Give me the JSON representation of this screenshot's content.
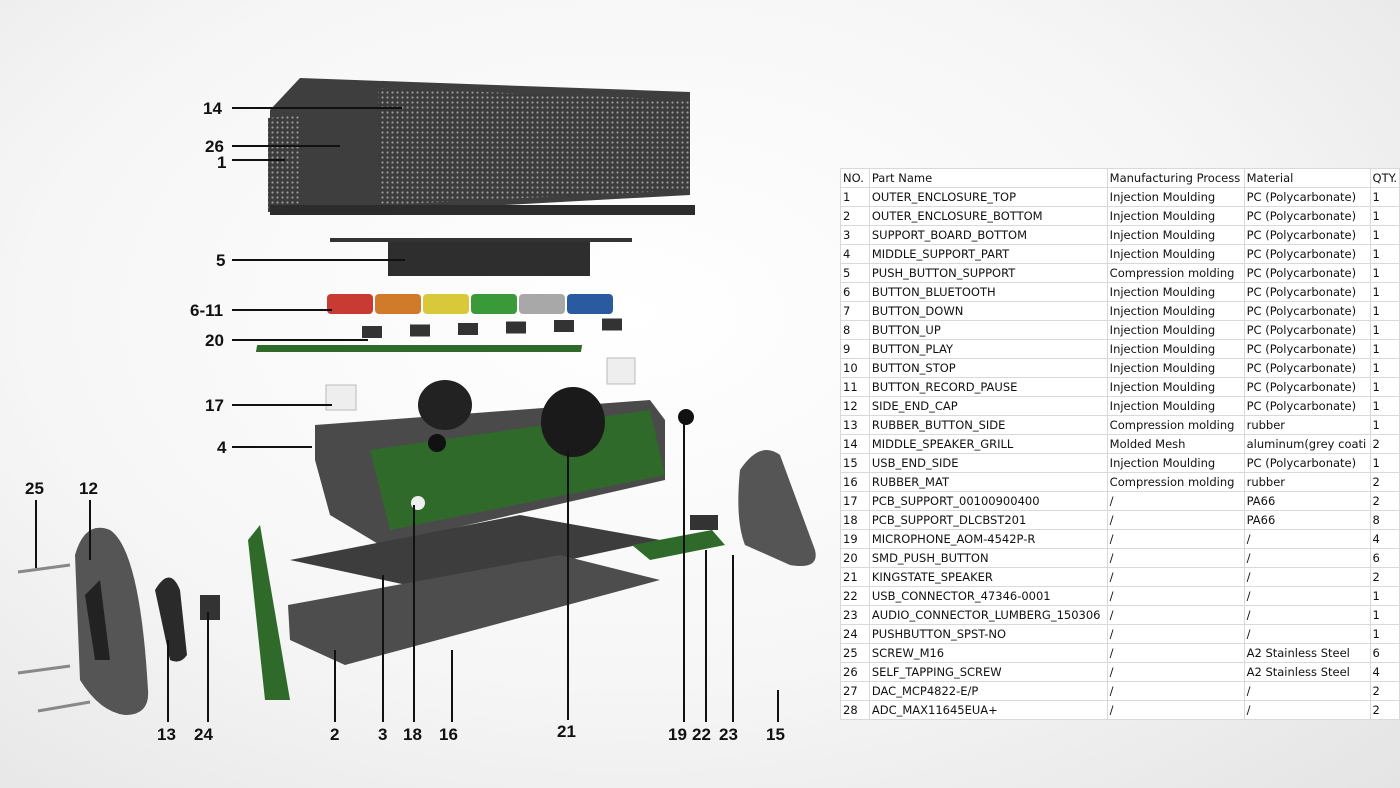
{
  "callouts": {
    "c14": "14",
    "c26": "26",
    "c1": "1",
    "c5": "5",
    "c6_11": "6-11",
    "c20": "20",
    "c17": "17",
    "c4": "4",
    "c25": "25",
    "c12": "12",
    "c13": "13",
    "c24": "24",
    "c2": "2",
    "c3": "3",
    "c18": "18",
    "c16": "16",
    "c21": "21",
    "c19": "19",
    "c22": "22",
    "c23": "23",
    "c15": "15"
  },
  "colors": {
    "button_colors": [
      "#c83a32",
      "#d07a2a",
      "#d8c83a",
      "#3a9a3a",
      "#a8a8a8",
      "#2a5aa0"
    ],
    "part": "#4a4a4a",
    "pcb": "#2f6a2a"
  },
  "bom": {
    "headers": [
      "NO.",
      "Part Name",
      "Manufacturing Process",
      "Material",
      "QTY."
    ],
    "rows": [
      [
        "1",
        "OUTER_ENCLOSURE_TOP",
        "Injection Moulding",
        "PC (Polycarbonate)",
        "1"
      ],
      [
        "2",
        "OUTER_ENCLOSURE_BOTTOM",
        "Injection Moulding",
        "PC (Polycarbonate)",
        "1"
      ],
      [
        "3",
        "SUPPORT_BOARD_BOTTOM",
        "Injection Moulding",
        "PC (Polycarbonate)",
        "1"
      ],
      [
        "4",
        "MIDDLE_SUPPORT_PART",
        "Injection Moulding",
        "PC (Polycarbonate)",
        "1"
      ],
      [
        "5",
        "PUSH_BUTTON_SUPPORT",
        "Compression molding",
        "PC (Polycarbonate)",
        "1"
      ],
      [
        "6",
        "BUTTON_BLUETOOTH",
        "Injection Moulding",
        "PC (Polycarbonate)",
        "1"
      ],
      [
        "7",
        "BUTTON_DOWN",
        "Injection Moulding",
        "PC (Polycarbonate)",
        "1"
      ],
      [
        "8",
        "BUTTON_UP",
        "Injection Moulding",
        "PC (Polycarbonate)",
        "1"
      ],
      [
        "9",
        "BUTTON_PLAY",
        "Injection Moulding",
        "PC (Polycarbonate)",
        "1"
      ],
      [
        "10",
        "BUTTON_STOP",
        "Injection Moulding",
        "PC (Polycarbonate)",
        "1"
      ],
      [
        "11",
        "BUTTON_RECORD_PAUSE",
        "Injection Moulding",
        "PC (Polycarbonate)",
        "1"
      ],
      [
        "12",
        "SIDE_END_CAP",
        "Injection Moulding",
        "PC (Polycarbonate)",
        "1"
      ],
      [
        "13",
        "RUBBER_BUTTON_SIDE",
        "Compression molding",
        "rubber",
        "1"
      ],
      [
        "14",
        "MIDDLE_SPEAKER_GRILL",
        "Molded Mesh",
        "aluminum(grey coati",
        "2"
      ],
      [
        "15",
        "USB_END_SIDE",
        "Injection Moulding",
        "PC (Polycarbonate)",
        "1"
      ],
      [
        "16",
        "RUBBER_MAT",
        "Compression molding",
        "rubber",
        "2"
      ],
      [
        "17",
        "PCB_SUPPORT_00100900400",
        "/",
        "PA66",
        "2"
      ],
      [
        "18",
        "PCB_SUPPORT_DLCBST201",
        "/",
        "PA66",
        "8"
      ],
      [
        "19",
        "MICROPHONE_AOM-4542P-R",
        "/",
        "/",
        "4"
      ],
      [
        "20",
        "SMD_PUSH_BUTTON",
        "/",
        "/",
        "6"
      ],
      [
        "21",
        "KINGSTATE_SPEAKER",
        "/",
        "/",
        "2"
      ],
      [
        "22",
        "USB_CONNECTOR_47346-0001",
        "/",
        "/",
        "1"
      ],
      [
        "23",
        "AUDIO_CONNECTOR_LUMBERG_150306",
        "/",
        "/",
        "1"
      ],
      [
        "24",
        "PUSHBUTTON_SPST-NO",
        "/",
        "/",
        "1"
      ],
      [
        "25",
        "SCREW_M16",
        "/",
        "A2 Stainless Steel",
        "6"
      ],
      [
        "26",
        "SELF_TAPPING_SCREW",
        "/",
        "A2 Stainless Steel",
        "4"
      ],
      [
        "27",
        "DAC_MCP4822-E/P",
        "/",
        "/",
        "2"
      ],
      [
        "28",
        "ADC_MAX11645EUA+",
        "/",
        "/",
        "2"
      ]
    ]
  }
}
